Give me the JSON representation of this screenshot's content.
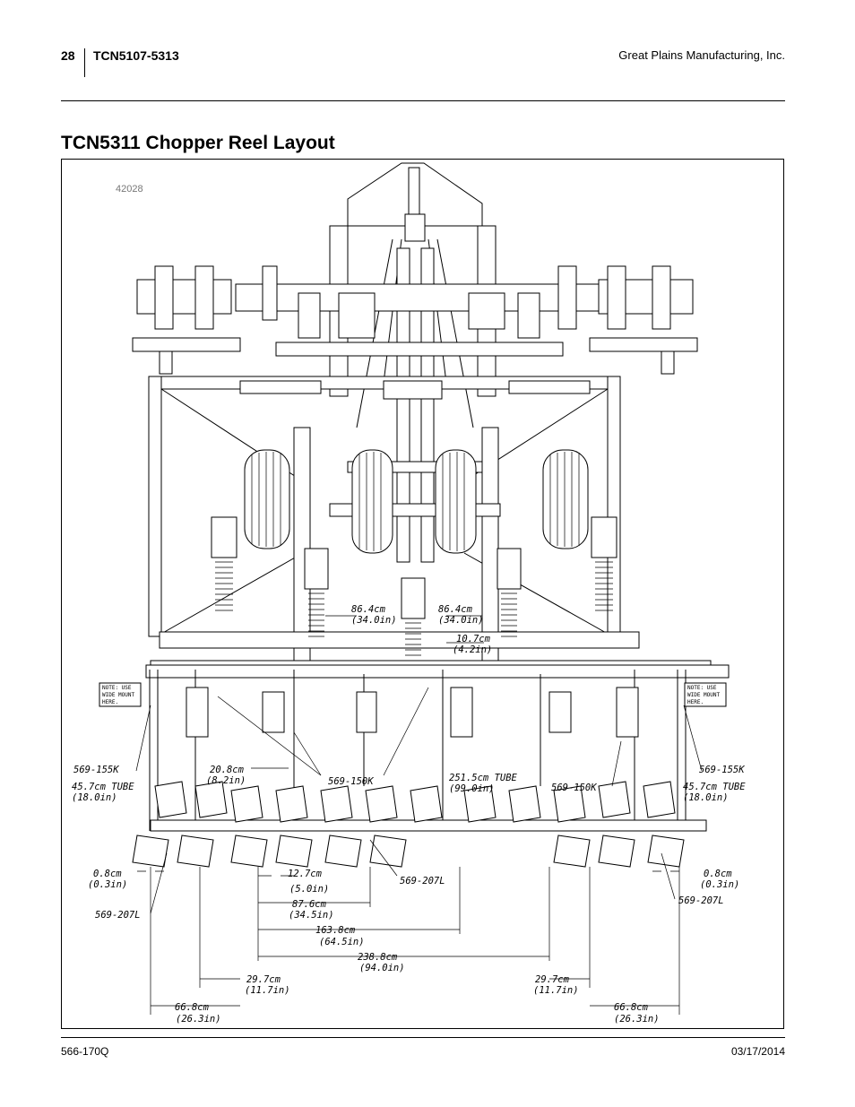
{
  "header": {
    "page_number": "28",
    "doc_id": "TCN5107-5313",
    "company": "Great Plains Manufacturing, Inc."
  },
  "title": "TCN5311 Chopper Reel Layout",
  "figure": {
    "figure_number": "42028",
    "notes": {
      "left_line1": "NOTE: USE",
      "left_line2": "WIDE MOUNT",
      "left_line3": "HERE.",
      "right_line1": "NOTE: USE",
      "right_line2": "WIDE MOUNT",
      "right_line3": "HERE."
    },
    "parts": {
      "left_155k": "569-155K",
      "right_155k": "569-155K",
      "center_150k": "569-150K",
      "right_150k": "569-150K",
      "center_207l": "569-207L",
      "left_207l": "569-207L",
      "right_207l": "569-207L"
    },
    "dims": {
      "center_left_86_cm": "86.4cm",
      "center_left_86_in": "(34.0in)",
      "center_right_86_cm": "86.4cm",
      "center_right_86_in": "(34.0in)",
      "d10_cm": "10.7cm",
      "d10_in": "(4.2in)",
      "d20_cm": "20.8cm",
      "d20_in": "(8.2in)",
      "d251_cm": "251.5cm  TUBE",
      "d251_in": "(99.0in)",
      "tube_left_cm": "45.7cm  TUBE",
      "tube_left_in": "(18.0in)",
      "tube_right_cm": "45.7cm  TUBE",
      "tube_right_in": "(18.0in)",
      "d08_left_cm": "0.8cm",
      "d08_left_in": "(0.3in)",
      "d08_right_cm": "0.8cm",
      "d08_right_in": "(0.3in)",
      "d127_cm": "12.7cm",
      "d127_in": "(5.0in)",
      "d876_cm": "87.6cm",
      "d876_in": "(34.5in)",
      "d1638_cm": "163.8cm",
      "d1638_in": "(64.5in)",
      "d2388_cm": "238.8cm",
      "d2388_in": "(94.0in)",
      "d297_left_cm": "29.7cm",
      "d297_left_in": "(11.7in)",
      "d297_right_cm": "29.7cm",
      "d297_right_in": "(11.7in)",
      "d668_left_cm": "66.8cm",
      "d668_left_in": "(26.3in)",
      "d668_right_cm": "66.8cm",
      "d668_right_in": "(26.3in)"
    }
  },
  "footer": {
    "part_number": "566-170Q",
    "date": "03/17/2014"
  }
}
